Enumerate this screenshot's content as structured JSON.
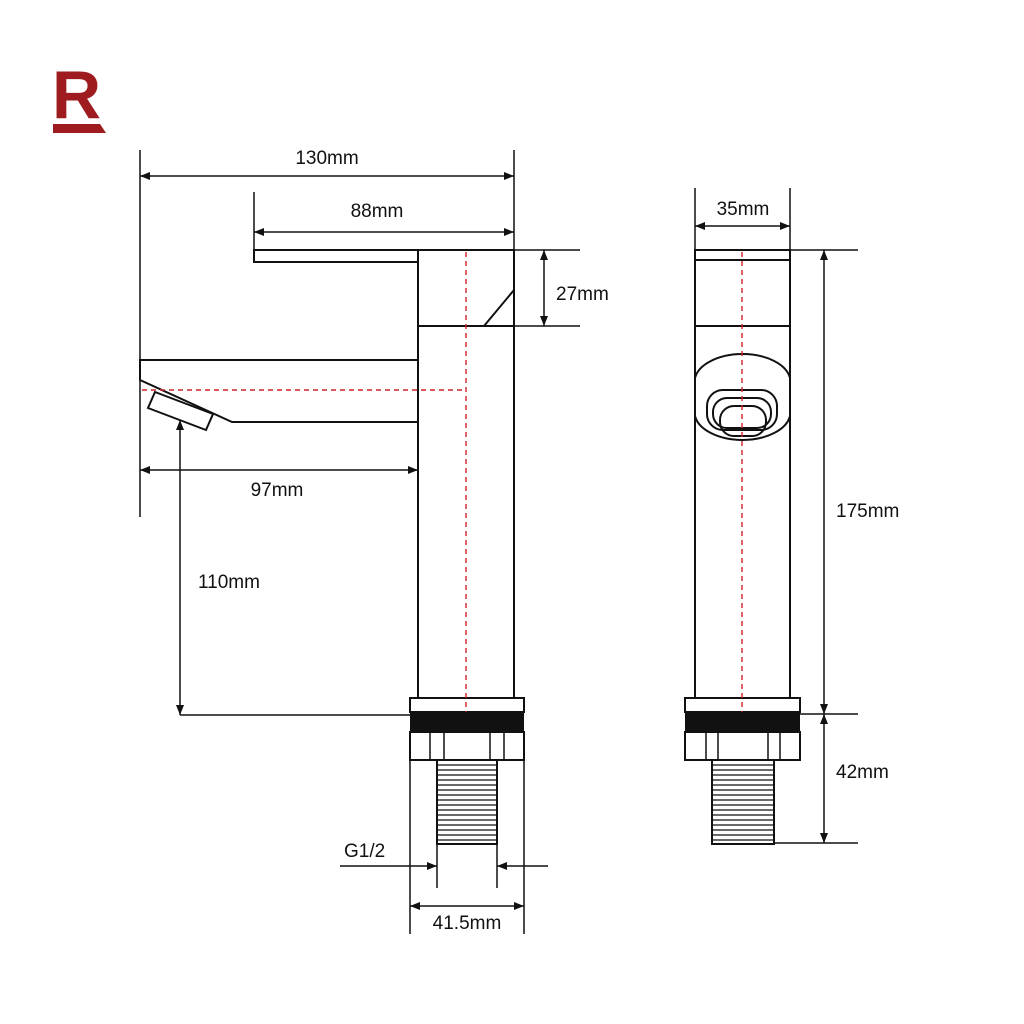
{
  "brand": {
    "logo_letter": "R",
    "logo_color": "#9e1b1f"
  },
  "colors": {
    "line": "#111111",
    "centerline": "#d1232a",
    "band": "#111111"
  },
  "front_view": {
    "dims": {
      "overall_length": "130mm",
      "handle_length": "88mm",
      "handle_height": "27mm",
      "spout_reach": "97mm",
      "spout_height": "110mm",
      "thread_size": "G1/2",
      "base_width": "41.5mm"
    }
  },
  "side_view": {
    "dims": {
      "body_width": "35mm",
      "body_height": "175mm",
      "shank_length": "42mm"
    }
  }
}
